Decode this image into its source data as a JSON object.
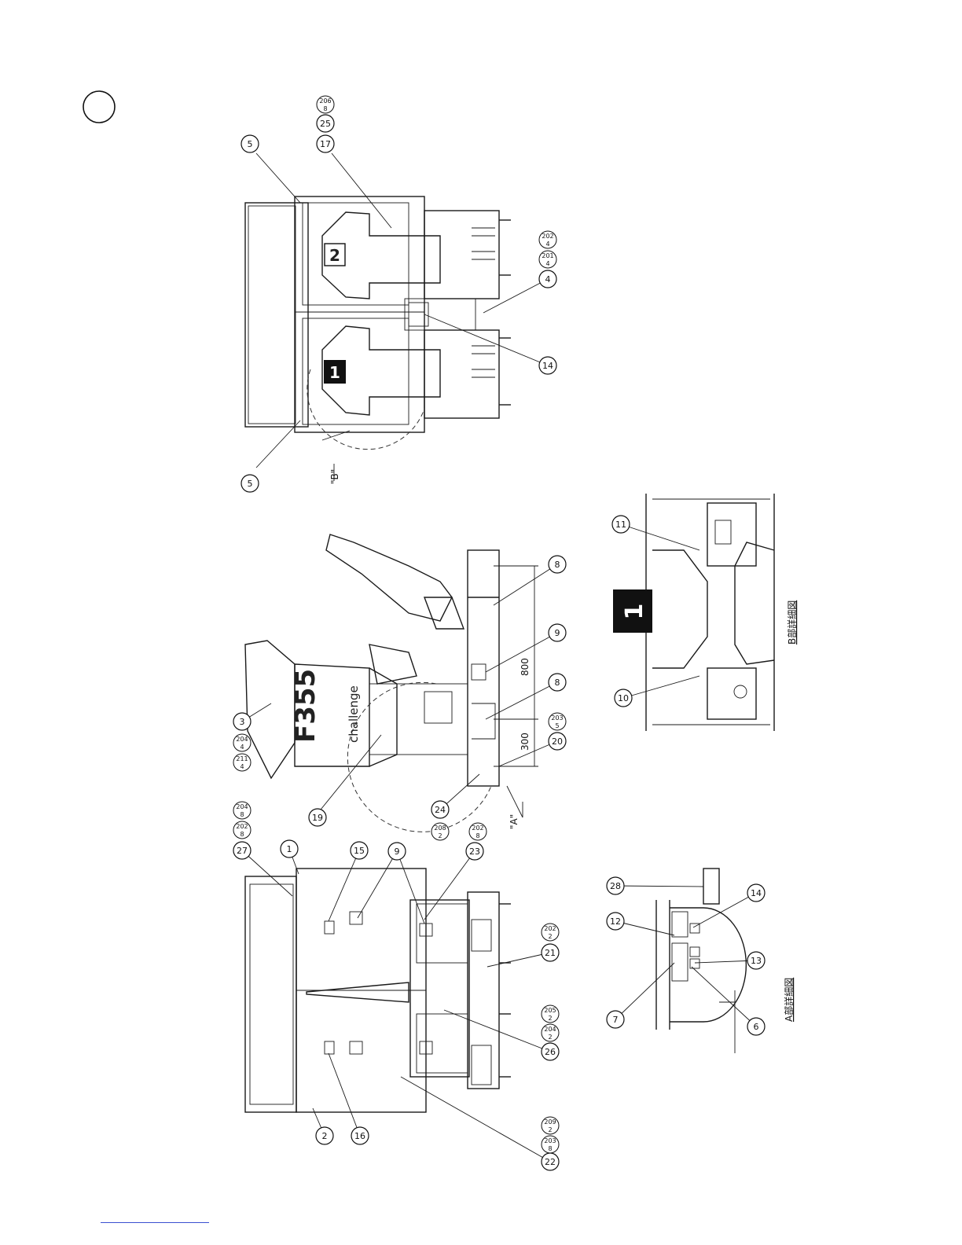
{
  "colors": {
    "ink": "#1a1a1a",
    "link": "#3a4fd1"
  },
  "rear_view": {
    "seat_number_1": "1",
    "seat_number_2": "2",
    "view_marker_b": "\"B\"",
    "callouts": [
      "5",
      "5",
      "17",
      "25",
      "14",
      "4"
    ],
    "references": [
      [
        "206",
        "8"
      ],
      [
        "201",
        "4"
      ],
      [
        "202",
        "4"
      ]
    ]
  },
  "side_view": {
    "brand_text": "F355",
    "brand_sub": "challenge",
    "dim_a": "800",
    "dim_b": "300",
    "view_marker_a": "\"A\"",
    "callouts": [
      "3",
      "8",
      "9",
      "8",
      "19",
      "20",
      "24"
    ],
    "references": [
      [
        "211",
        "4"
      ],
      [
        "204",
        "4"
      ],
      [
        "203",
        "5"
      ],
      [
        "208",
        "2"
      ],
      [
        "202",
        "8"
      ]
    ]
  },
  "front_view": {
    "callouts": [
      "27",
      "1",
      "15",
      "9",
      "23",
      "21",
      "26",
      "16",
      "2",
      "22"
    ],
    "references": [
      [
        "202",
        "8"
      ],
      [
        "204",
        "8"
      ],
      [
        "202",
        "8"
      ],
      [
        "202",
        "2"
      ],
      [
        "204",
        "2"
      ],
      [
        "205",
        "2"
      ],
      [
        "203",
        "8"
      ],
      [
        "209",
        "2"
      ],
      [
        "203",
        "2"
      ]
    ]
  },
  "detail_a": {
    "title": "A部詳細図",
    "callouts": [
      "28",
      "12",
      "14",
      "7",
      "13",
      "6"
    ]
  },
  "detail_b": {
    "title": "B部詳細図",
    "seat_number": "1",
    "callouts": [
      "11",
      "10"
    ]
  }
}
